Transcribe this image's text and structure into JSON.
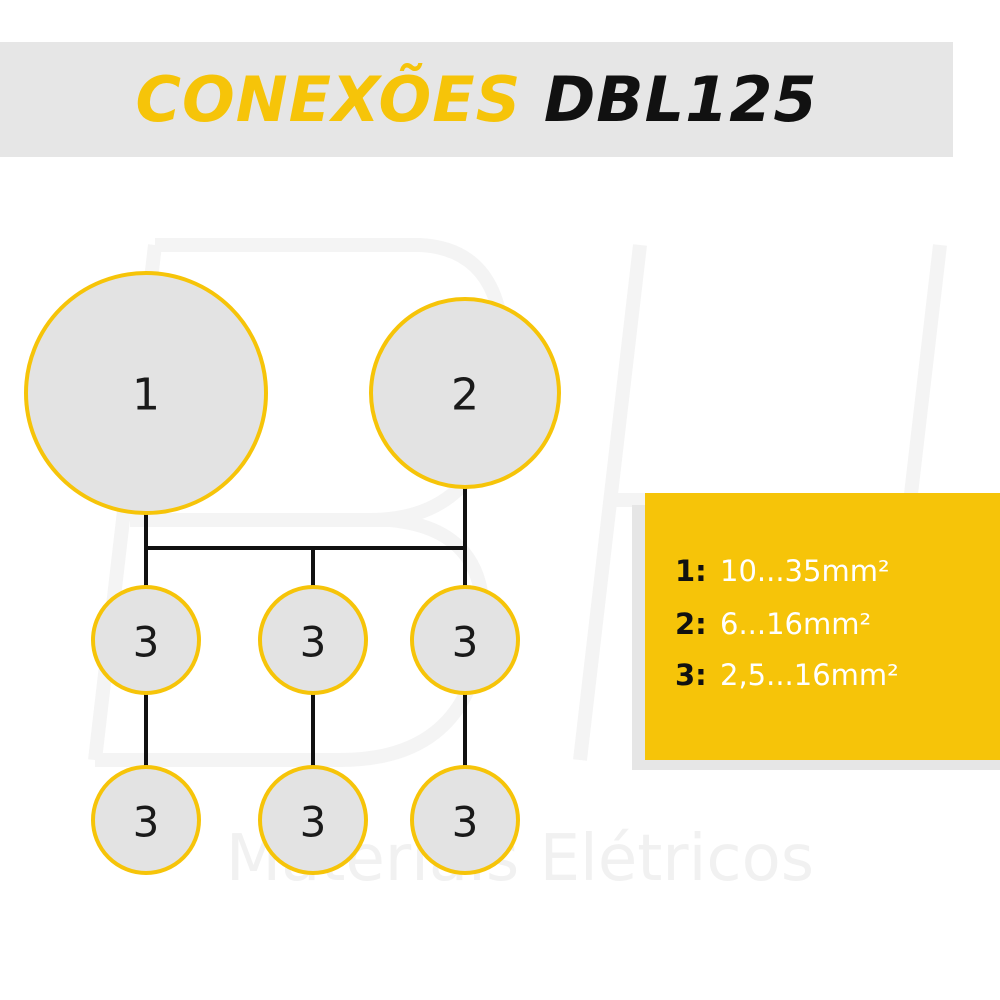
{
  "title": {
    "part1": "CONEXÕES",
    "part2": "DBL125"
  },
  "colors": {
    "accent": "#f6c409",
    "node_fill": "#e3e3e3",
    "line": "#111111",
    "header_bg": "#e6e6e6"
  },
  "nodes": [
    {
      "label": "1"
    },
    {
      "label": "2"
    },
    {
      "label": "3"
    },
    {
      "label": "3"
    },
    {
      "label": "3"
    },
    {
      "label": "3"
    },
    {
      "label": "3"
    },
    {
      "label": "3"
    }
  ],
  "edges": [
    {
      "from": 0,
      "to": 2
    },
    {
      "from": 1,
      "to": 4
    },
    {
      "from": 0,
      "to": 1
    },
    {
      "from": 1,
      "to": 3
    },
    {
      "from": 2,
      "to": 5
    },
    {
      "from": 3,
      "to": 6
    },
    {
      "from": 4,
      "to": 7
    }
  ],
  "specs": [
    {
      "key": "1:",
      "value": "10...35mm²"
    },
    {
      "key": "2:",
      "value": "6...16mm²"
    },
    {
      "key": "3:",
      "value": "2,5...16mm²"
    }
  ],
  "watermark": {
    "text": "Materiais Elétricos"
  }
}
